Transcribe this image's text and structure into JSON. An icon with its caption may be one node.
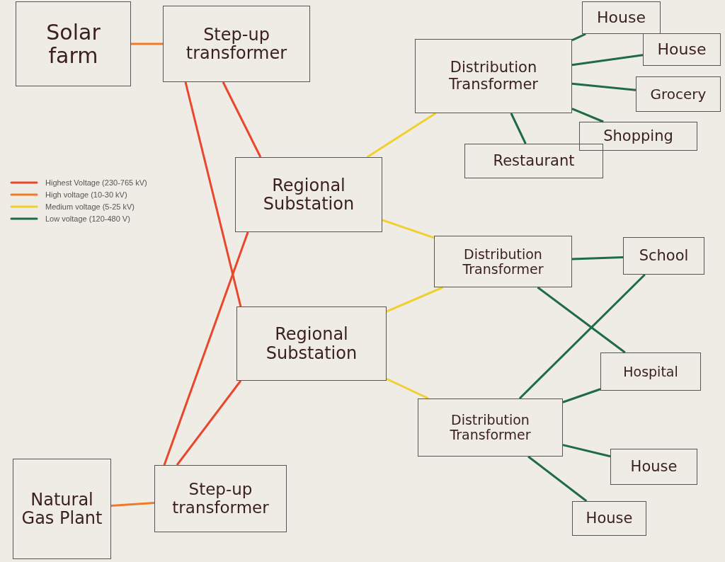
{
  "diagram": {
    "nodes": [
      {
        "text": [
          "Solar farm"
        ]
      },
      {
        "text": [
          "Step-up transformer"
        ]
      },
      {
        "text": [
          "Regional Substation"
        ]
      },
      {
        "text": [
          "Regional Substation"
        ]
      },
      {
        "text": [
          "Natural Gas Plant"
        ]
      },
      {
        "text": [
          "Step-up transformer"
        ]
      },
      {
        "text": [
          "Distribution Transformer"
        ]
      },
      {
        "text": [
          "House"
        ]
      },
      {
        "text": [
          "House"
        ]
      },
      {
        "text": [
          "Grocery"
        ]
      },
      {
        "text": [
          "Shopping"
        ]
      },
      {
        "text": [
          "Restaurant"
        ]
      },
      {
        "text": [
          "Distribution Transformer"
        ]
      },
      {
        "text": [
          "School"
        ]
      },
      {
        "text": [
          "Hospital"
        ]
      },
      {
        "text": [
          "Distribution Transformer"
        ]
      },
      {
        "text": [
          "House"
        ]
      },
      {
        "text": [
          "House"
        ]
      }
    ],
    "edges": [
      {
        "from": 0,
        "to": 1,
        "arrow": "none",
        "color": "#f07a2a"
      },
      {
        "from": 1,
        "to": 2,
        "arrow": "none",
        "color": "#e8472b"
      },
      {
        "from": 1,
        "to": 3,
        "arrow": "none",
        "color": "#e8472b"
      },
      {
        "from": 2,
        "to": 5,
        "arrow": "none",
        "color": "#e8472b"
      },
      {
        "from": 3,
        "to": 5,
        "arrow": "none",
        "color": "#e8472b"
      },
      {
        "from": 4,
        "to": 5,
        "arrow": "none",
        "color": "#f07a2a"
      },
      {
        "from": 2,
        "to": 6,
        "arrow": "none",
        "color": "#f0d030"
      },
      {
        "from": 2,
        "to": 12,
        "arrow": "none",
        "color": "#f0d030"
      },
      {
        "from": 3,
        "to": 12,
        "arrow": "none",
        "color": "#f0d030"
      },
      {
        "from": 3,
        "to": 15,
        "arrow": "none",
        "color": "#f0d030"
      },
      {
        "from": 6,
        "to": 7,
        "arrow": "none"
      },
      {
        "from": 6,
        "to": 8,
        "arrow": "none"
      },
      {
        "from": 6,
        "to": 9,
        "arrow": "none"
      },
      {
        "from": 6,
        "to": 10,
        "arrow": "none"
      },
      {
        "from": 6,
        "to": 11,
        "arrow": "none"
      },
      {
        "from": 12,
        "to": 13,
        "arrow": "none"
      },
      {
        "from": 12,
        "to": 14,
        "arrow": "none"
      },
      {
        "from": 15,
        "to": 13,
        "arrow": "none"
      },
      {
        "from": 15,
        "to": 14,
        "arrow": "none"
      },
      {
        "from": 15,
        "to": 16,
        "arrow": "none"
      },
      {
        "from": 15,
        "to": 17,
        "arrow": "none"
      }
    ],
    "legend": [
      {
        "text": "Highest Voltage (230-765 kV)",
        "color": "#e8472b"
      },
      {
        "text": "High voltage (10-30 kV)",
        "color": "#f07a2a"
      },
      {
        "text": "Medium voltage (5-25 kV)",
        "color": "#f0d030"
      },
      {
        "text": "Low voltage (120-480 V)",
        "color": "#1f6b45"
      }
    ]
  }
}
